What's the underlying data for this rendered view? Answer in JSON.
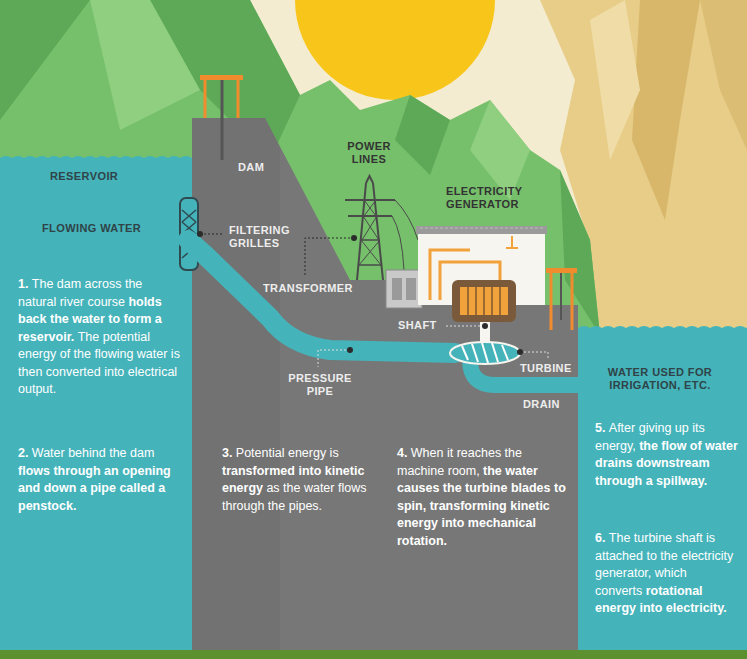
{
  "diagram": {
    "labels": [
      "RESERVOIR",
      "FLOWING WATER",
      "DAM",
      "POWER LINES",
      "ELECTRICITY GENERATOR",
      "FILTERING GRILLES",
      "TRANSFORMER",
      "SHAFT",
      "PRESSURE PIPE",
      "TURBINE",
      "DRAIN",
      "WATER USED FOR IRRIGATION, ETC.",
      "1.",
      "The dam across the natural river course",
      "holds back the water to form a reservoir.",
      "The potential energy of the flowing water is then converted into electrical output.",
      "2.",
      "Water behind the dam",
      "flows through an opening and down a pipe called a penstock.",
      "3.",
      "Potential energy is",
      "transformed into kinetic energy",
      "as the water flows through the pipes.",
      "4.",
      "When it reaches the machine room,",
      "the water causes the turbine blades to spin, transforming kinetic energy into mechanical rotation.",
      "5.",
      "After giving up its energy,",
      "the flow of water drains downstream through a spillway.",
      "6.",
      "The turbine shaft is attached to the electricity generator, which converts",
      "rotational energy into electricity."
    ]
  }
}
